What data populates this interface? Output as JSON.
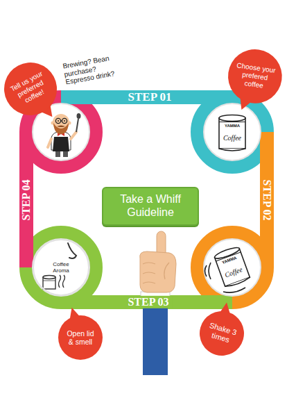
{
  "diagram": {
    "nodes": [
      {
        "text": [
          "Tell us your preferred coffee!"
        ]
      },
      {
        "text": [
          "Choose your prefered coffee"
        ]
      },
      {
        "text": [
          "Take a Whiff Guideline"
        ]
      },
      {
        "text": [
          "Coffee Aroma"
        ]
      },
      {
        "text": [
          "Open lid & smell"
        ]
      },
      {
        "text": [
          "Shake 3 times"
        ]
      }
    ],
    "labels": [
      "Brewing? Bean purchase? Espresso drink?",
      "STEP 01",
      "STEP 02",
      "STEP 03",
      "STEP 04",
      "YAMMA",
      "Coffee",
      "YAMMA",
      "Coffee"
    ]
  }
}
